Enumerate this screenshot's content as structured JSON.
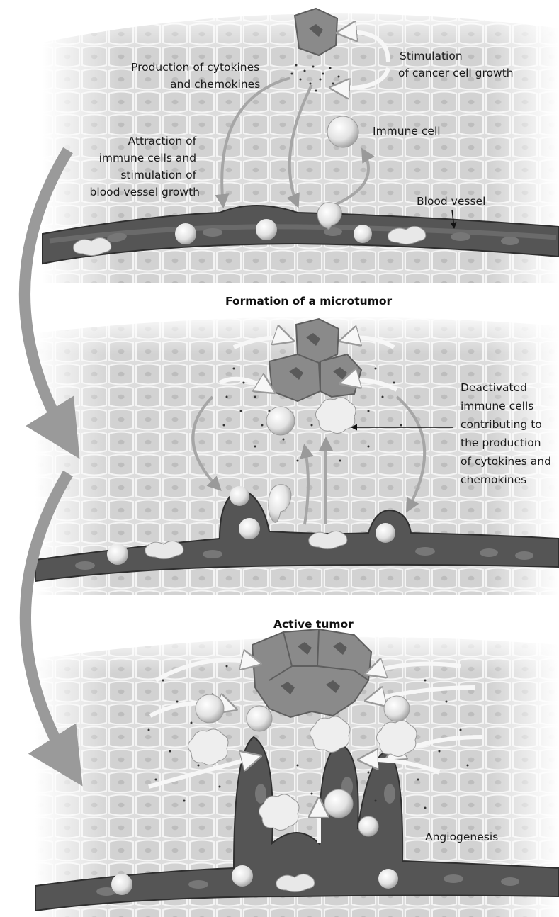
{
  "panels": [
    {
      "labels": {
        "cytokines": [
          "Production of cytokines",
          "and chemokines"
        ],
        "stimulation": [
          "Stimulation",
          "of cancer cell growth"
        ],
        "immune_cell": "Immune cell",
        "attraction": [
          "Attraction of",
          "immune cells and",
          "stimulation of",
          "blood vessel growth"
        ],
        "blood_vessel": "Blood vessel"
      }
    },
    {
      "title": "Formation of a microtumor",
      "labels": {
        "deactivated": [
          "Deactivated",
          "immune cells",
          "contributing to",
          "the production",
          "of cytokines and",
          "chemokines"
        ]
      }
    },
    {
      "title": "Active tumor",
      "labels": {
        "angiogenesis": "Angiogenesis"
      }
    }
  ],
  "colors": {
    "tissue": "#d6d6d6",
    "tissue_cell": "#cfcfcf",
    "vessel": "#4a4a4a",
    "tumor": "#8a8a8a",
    "arrow": "#b0b0b0"
  }
}
